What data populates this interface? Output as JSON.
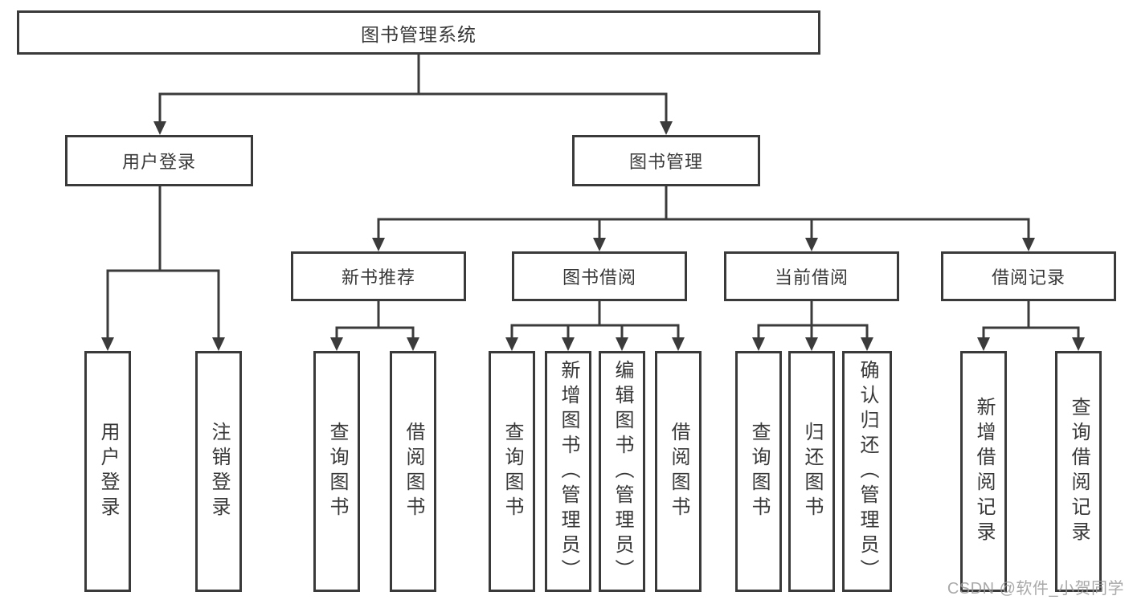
{
  "diagram": {
    "type": "hierarchy-tree",
    "root": {
      "label": "图书管理系统",
      "children": [
        {
          "label": "用户登录",
          "children": [
            {
              "label": "用户登录"
            },
            {
              "label": "注销登录"
            }
          ]
        },
        {
          "label": "图书管理",
          "children": [
            {
              "label": "新书推荐",
              "children": [
                {
                  "label": "查询图书"
                },
                {
                  "label": "借阅图书"
                }
              ]
            },
            {
              "label": "图书借阅",
              "children": [
                {
                  "label": "查询图书"
                },
                {
                  "label": "新增图书（管理员）"
                },
                {
                  "label": "编辑图书（管理员）"
                },
                {
                  "label": "借阅图书"
                }
              ]
            },
            {
              "label": "当前借阅",
              "children": [
                {
                  "label": "查询图书"
                },
                {
                  "label": "归还图书"
                },
                {
                  "label": "确认归还（管理员）"
                }
              ]
            },
            {
              "label": "借阅记录",
              "children": [
                {
                  "label": "新增借阅记录"
                },
                {
                  "label": "查询借阅记录"
                }
              ]
            }
          ]
        }
      ]
    }
  },
  "watermark": {
    "text": "CSDN @软件_小贺同学"
  },
  "colors": {
    "line": "#3b3b3b",
    "box_border": "#3a3a3a",
    "box_fill": "#ffffff",
    "text": "#383838",
    "watermark": "#9b9b9b",
    "background": "#ffffff"
  }
}
